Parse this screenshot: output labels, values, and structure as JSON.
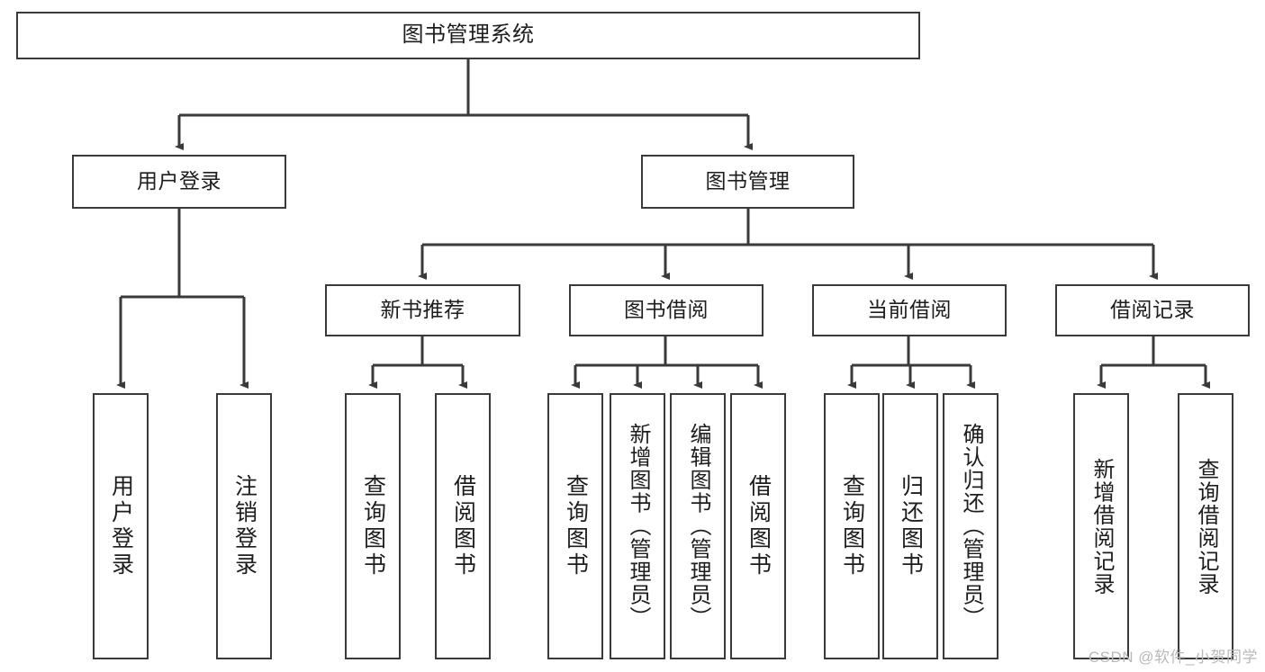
{
  "diagram": {
    "title": "图书管理系统",
    "type": "tree-hierarchy",
    "watermark": "CSDN @软件_小贺同学",
    "colors": {
      "stroke": "#3a3a3a",
      "fill": "#ffffff",
      "text": "#1d1d1d",
      "watermark": "#b9b9b9"
    },
    "levels": {
      "root": {
        "label": "图书管理系统"
      },
      "level2": [
        {
          "id": "user-login",
          "label": "用户登录"
        },
        {
          "id": "book-manage",
          "label": "图书管理"
        }
      ],
      "level3": [
        {
          "id": "new-book-rec",
          "label": "新书推荐"
        },
        {
          "id": "book-borrow",
          "label": "图书借阅"
        },
        {
          "id": "current-borrow",
          "label": "当前借阅"
        },
        {
          "id": "borrow-record",
          "label": "借阅记录"
        }
      ],
      "leaves": [
        {
          "id": "leaf-user-login",
          "label": "用户登录",
          "parent": "user-login"
        },
        {
          "id": "leaf-user-logout",
          "label": "注销登录",
          "parent": "user-login"
        },
        {
          "id": "leaf-query-book-1",
          "label": "查询图书",
          "parent": "new-book-rec"
        },
        {
          "id": "leaf-borrow-book-1",
          "label": "借阅图书",
          "parent": "new-book-rec"
        },
        {
          "id": "leaf-query-book-2",
          "label": "查询图书",
          "parent": "book-borrow"
        },
        {
          "id": "leaf-add-book",
          "label": "新增图书（管理员）",
          "parent": "book-borrow"
        },
        {
          "id": "leaf-edit-book",
          "label": "编辑图书（管理员）",
          "parent": "book-borrow"
        },
        {
          "id": "leaf-borrow-book-2",
          "label": "借阅图书",
          "parent": "book-borrow"
        },
        {
          "id": "leaf-query-book-3",
          "label": "查询图书",
          "parent": "current-borrow"
        },
        {
          "id": "leaf-return-book",
          "label": "归还图书",
          "parent": "current-borrow"
        },
        {
          "id": "leaf-confirm-return",
          "label": "确认归还（管理员）",
          "parent": "current-borrow"
        },
        {
          "id": "leaf-add-record",
          "label": "新增借阅记录",
          "parent": "borrow-record"
        },
        {
          "id": "leaf-query-record",
          "label": "查询借阅记录",
          "parent": "borrow-record"
        }
      ]
    }
  }
}
